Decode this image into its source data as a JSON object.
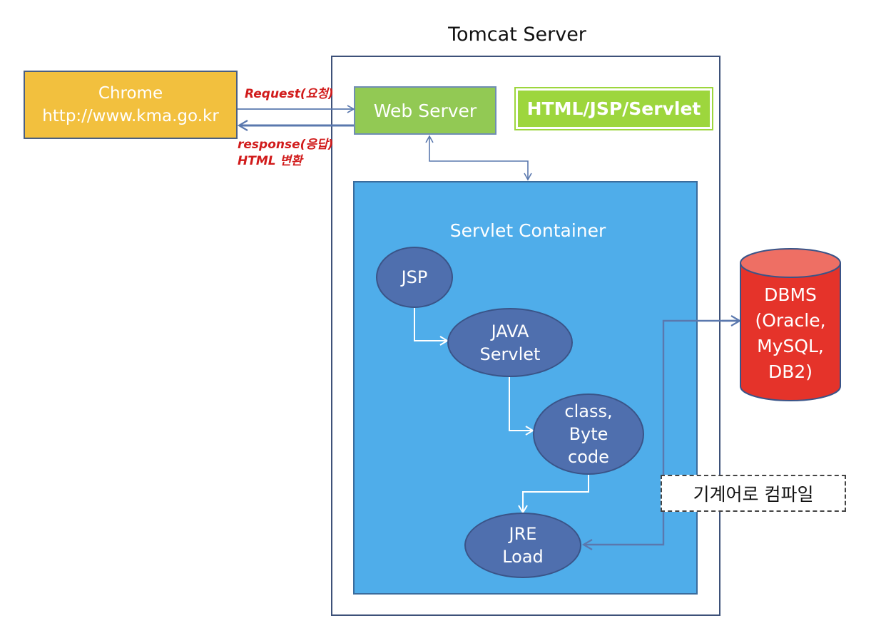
{
  "tomcat": {
    "title": "Tomcat Server"
  },
  "chrome": {
    "line1": "Chrome",
    "line2": "http://www.kma.go.kr"
  },
  "web_server": {
    "label": "Web Server"
  },
  "tech": {
    "label": "HTML/JSP/Servlet"
  },
  "arrows": {
    "request": "Request(요청)",
    "response": "response(응답)",
    "html_convert": "HTML 변환"
  },
  "container": {
    "title": "Servlet Container"
  },
  "nodes": {
    "jsp": "JSP",
    "java_line1": "JAVA",
    "java_line2": "Servlet",
    "class_line1": "class,",
    "class_line2": "Byte",
    "class_line3": "code",
    "jre_line1": "JRE",
    "jre_line2": "Load"
  },
  "dbms": {
    "line1": "DBMS",
    "line2": "(Oracle,",
    "line3": "MySQL,",
    "line4": "DB2)"
  },
  "compile": {
    "label": "기계어로 컴파일"
  },
  "colors": {
    "chrome_fill": "#f2c03e",
    "web_server_fill": "#92c954",
    "tech_fill": "#9dd63d",
    "container_fill": "#4fadea",
    "node_fill": "#4f6fae",
    "dbms_fill": "#e5332a",
    "label_red": "#d11b1b"
  }
}
